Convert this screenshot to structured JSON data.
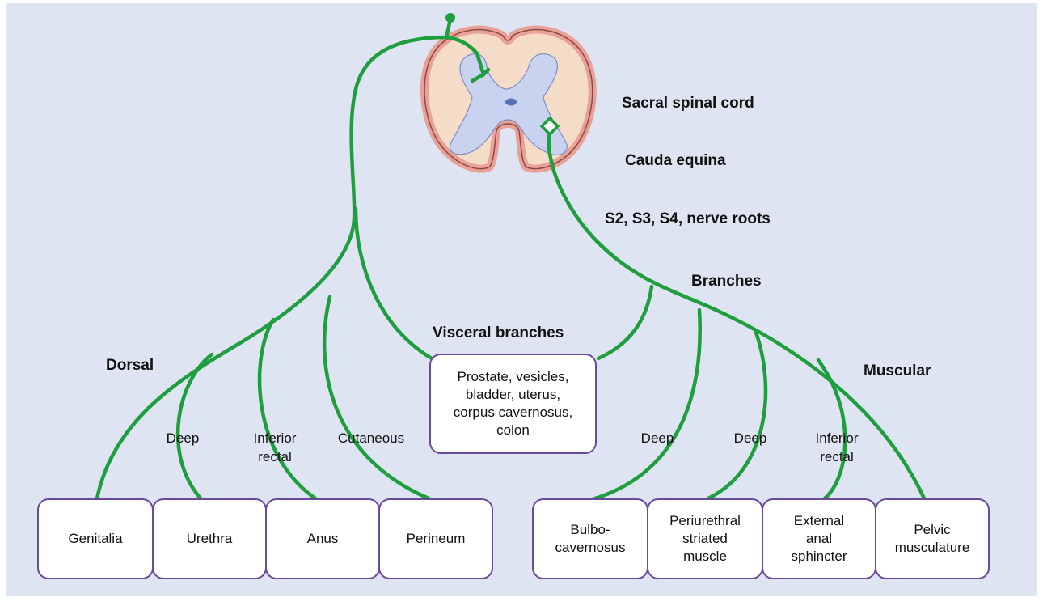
{
  "structure_labels": {
    "sacral_spinal_cord": "Sacral spinal cord",
    "cauda_equina": "Cauda equina",
    "nerve_roots": "S2, S3, S4, nerve roots",
    "branches": "Branches",
    "visceral_branches": "Visceral branches",
    "dorsal": "Dorsal",
    "muscular": "Muscular"
  },
  "branch_labels": {
    "deep_left": "Deep",
    "inferior_rectal_left": "Inferior\nrectal",
    "cutaneous": "Cutaneous",
    "deep_right_1": "Deep",
    "deep_right_2": "Deep",
    "inferior_rectal_right": "Inferior\nrectal"
  },
  "visceral_box": "Prostate, vesicles,\nbladder, uterus,\ncorpus cavernosus,\ncolon",
  "target_boxes": {
    "genitalia": "Genitalia",
    "urethra": "Urethra",
    "anus": "Anus",
    "perineum": "Perineum",
    "bulbocavernosus": "Bulbo-\ncavernosus",
    "periurethral": "Periurethral\nstriated\nmuscle",
    "external_anal_sphincter": "External\nanal\nsphincter",
    "pelvic_musculature": "Pelvic\nmusculature"
  },
  "colors": {
    "background": "#dfe4f3",
    "nerve": "#1f9e3e",
    "cord_outer": "#e9a097",
    "cord_fill": "#f4dcc8",
    "grey_matter": "#c9d3ef",
    "box_border": "#6a4a9a"
  }
}
